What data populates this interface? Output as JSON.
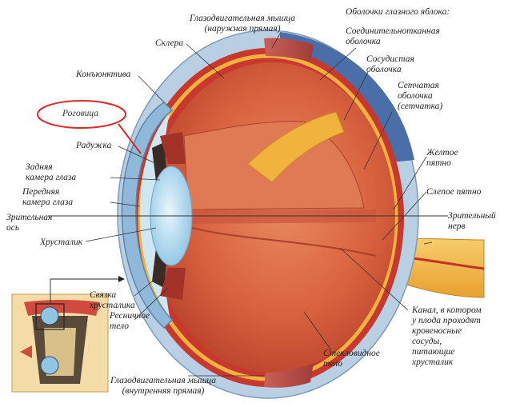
{
  "colors": {
    "highlight": "#e0262a",
    "sclera": "#b9cfe4",
    "choroid": "#d4443a",
    "lens": "#bcdff2",
    "nerve": "#f2b23e"
  },
  "labels": {
    "muscle_top": "Глазодвигательная мышца\n(наружная прямая)",
    "shells": "Оболочки глазного яблока:",
    "connective": "Соединительнотканная\nоболочка",
    "sclera": "Склера",
    "conjunctiva": "Конъюнктива",
    "choroid": "Сосудистая\nоболочка",
    "retina": "Сетчатая\nоболочка\n(сетчатка)",
    "cornea": "Роговица",
    "iris": "Радужка",
    "macula": "Желтое\nпятно",
    "posterior_chamber": "Задняя\nкамера глаза",
    "anterior_chamber": "Передняя\nкамера глаза",
    "blind_spot": "Слепое пятно",
    "visual_axis": "Зрительная\nось",
    "optic_nerve": "Зрительный\nнерв",
    "lens": "Хрусталик",
    "ligament": "Связка\nхрусталика",
    "ciliary": "Ресничное\nтело",
    "canal": "Канал, в котором\nу плода проходят\nкровеносные\nсосуды,\nпитающие\nхрусталик",
    "vitreous": "Стекловидное\nтело",
    "muscle_bottom": "Глазодвигательная мышца\n(внутренняя прямая)"
  }
}
